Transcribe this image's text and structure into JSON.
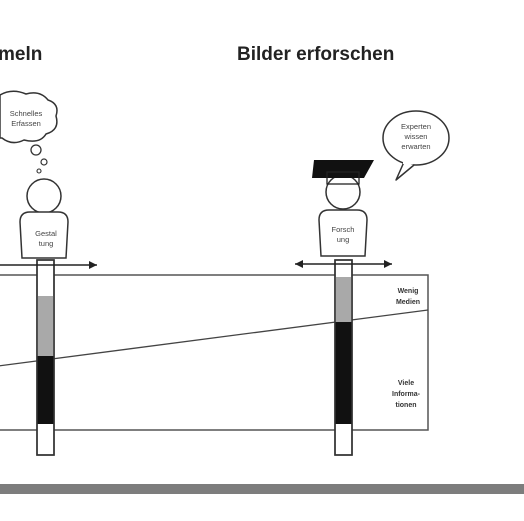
{
  "headings": {
    "left_cut": "meln",
    "right": "Bilder erforschen"
  },
  "thought_left": {
    "line1": "Schnelles",
    "line2": "Erfassen"
  },
  "thought_right": {
    "line1": "Experten",
    "line2": "wissen",
    "line3": "erwarten"
  },
  "figure_left": {
    "line1": "Gestal",
    "line2": "tung"
  },
  "figure_right": {
    "line1": "Forsch",
    "line2": "ung"
  },
  "scale": {
    "top_line1": "Wenig",
    "top_line2": "Medien",
    "bottom_line1": "Viele",
    "bottom_line2": "Informa-",
    "bottom_line3": "tionen"
  },
  "colors": {
    "background": "#ffffff",
    "ink": "#222222",
    "gauge_gray": "#a9a9a9",
    "gauge_black": "#111111",
    "bottom_bar": "#7d7d7d"
  },
  "icons": [
    "thought-bubble-icon",
    "speech-bubble-icon",
    "graduation-cap-icon",
    "double-arrow-icon"
  ]
}
